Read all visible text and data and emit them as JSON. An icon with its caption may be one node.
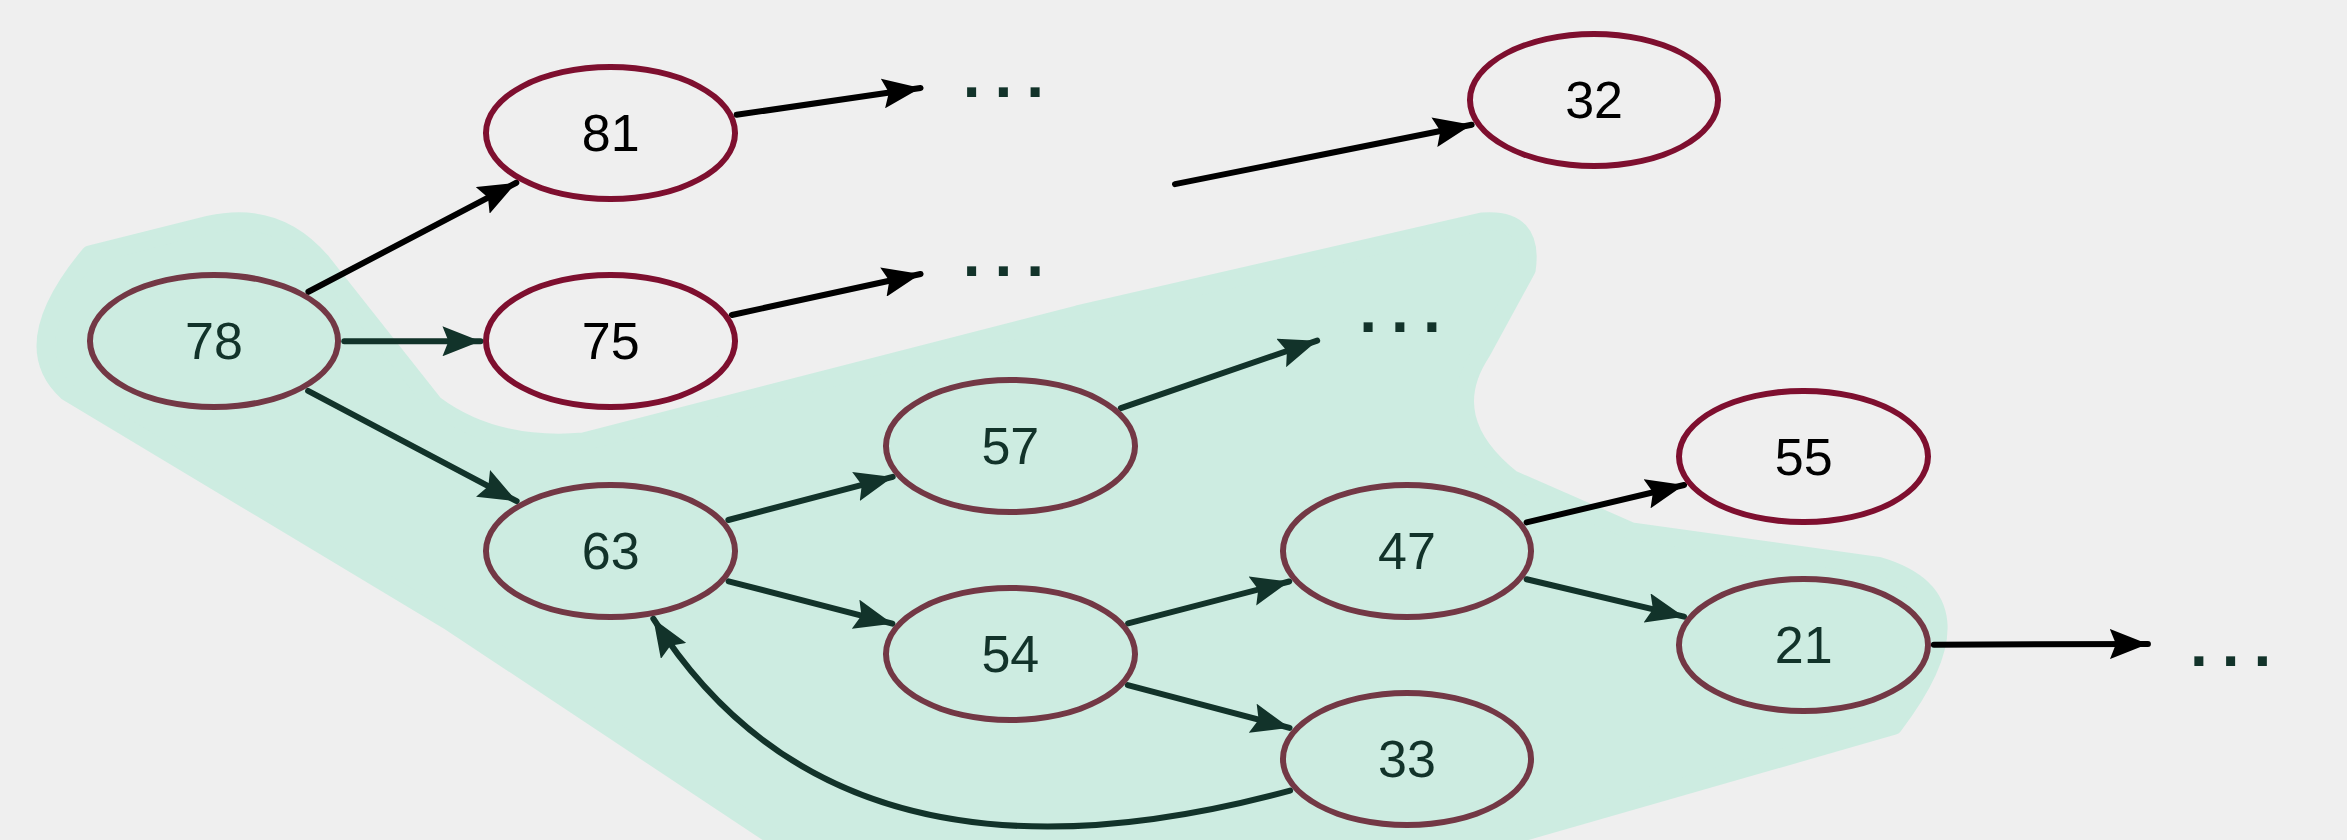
{
  "diagram": {
    "nodes": [
      {
        "text": [
          "78"
        ]
      },
      {
        "text": [
          "81"
        ]
      },
      {
        "text": [
          "75"
        ]
      },
      {
        "text": [
          "..."
        ]
      },
      {
        "text": [
          "32"
        ]
      },
      {
        "text": [
          "..."
        ]
      },
      {
        "text": [
          "57"
        ]
      },
      {
        "text": [
          "..."
        ]
      },
      {
        "text": [
          "63"
        ]
      },
      {
        "text": [
          "54"
        ]
      },
      {
        "text": [
          "47"
        ]
      },
      {
        "text": [
          "55"
        ]
      },
      {
        "text": [
          "21"
        ]
      },
      {
        "text": [
          "33"
        ]
      },
      {
        "text": [
          "..."
        ]
      }
    ],
    "edges": [
      {
        "from": 0,
        "to": 1,
        "arrow": "to",
        "color": "#000000"
      },
      {
        "from": 0,
        "to": 2,
        "arrow": "to"
      },
      {
        "from": 0,
        "to": 8,
        "arrow": "to"
      },
      {
        "from": 1,
        "to": 3,
        "arrow": "to",
        "color": "#000000"
      },
      {
        "from": 2,
        "to": 5,
        "arrow": "to",
        "color": "#000000"
      },
      {
        "from": 8,
        "to": 6,
        "arrow": "to"
      },
      {
        "from": 8,
        "to": 9,
        "arrow": "to"
      },
      {
        "from": 6,
        "to": 7,
        "arrow": "to"
      },
      {
        "from": 9,
        "to": 10,
        "arrow": "to"
      },
      {
        "from": 9,
        "to": 13,
        "arrow": "to"
      },
      {
        "from": 10,
        "to": 11,
        "arrow": "to",
        "color": "#000000"
      },
      {
        "from": 10,
        "to": 12,
        "arrow": "to"
      },
      {
        "from": 12,
        "to": 14,
        "arrow": "to",
        "color": "#000000"
      },
      {
        "from": 13,
        "to": 8,
        "arrow": "to"
      },
      {
        "from": null,
        "to": 4,
        "arrow": "to",
        "color": "#000000"
      }
    ]
  }
}
